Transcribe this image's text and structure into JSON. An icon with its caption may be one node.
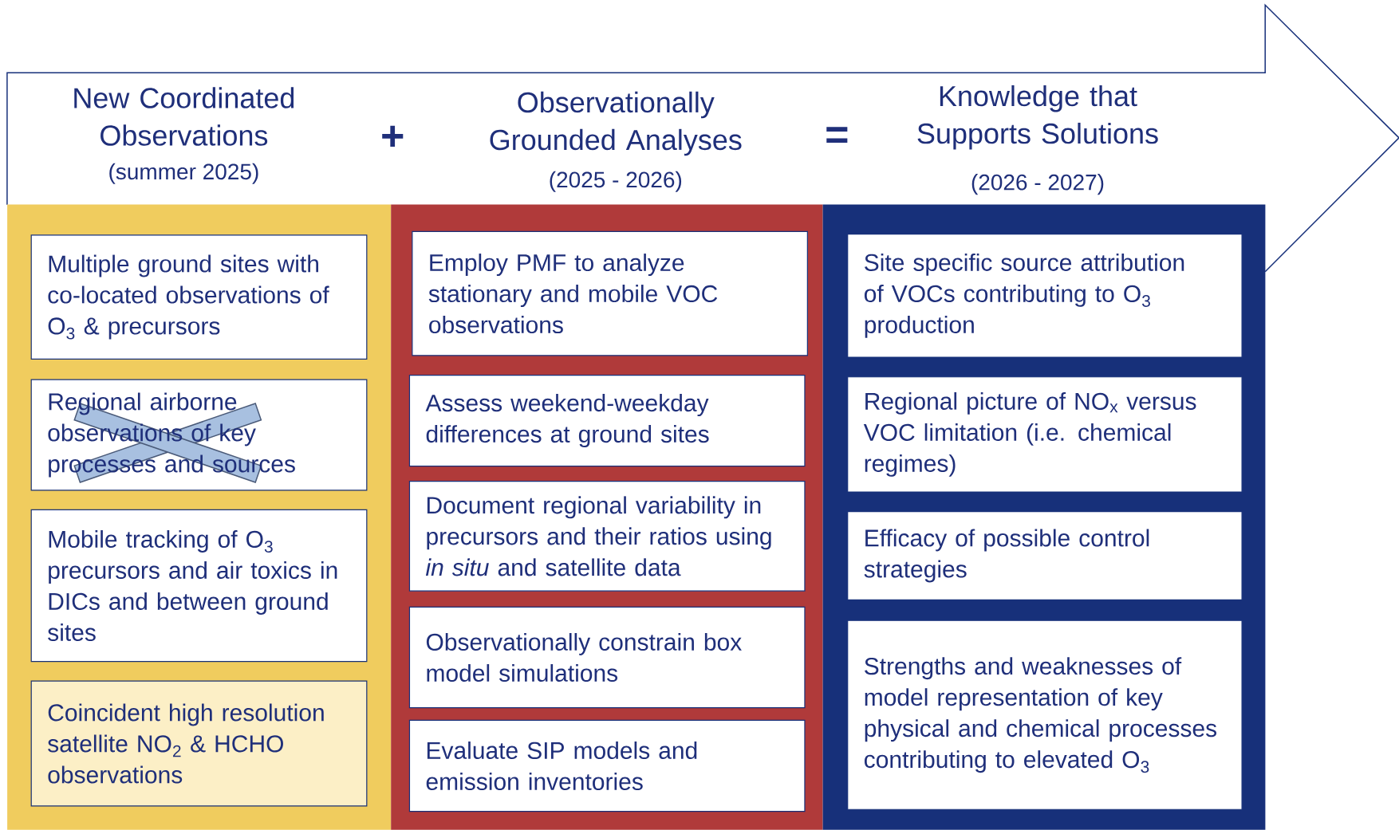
{
  "diagram": {
    "nodes": [
      {
        "text": [
          "New Coordinated Observations",
          "(summer 2025)"
        ]
      },
      {
        "text": [
          "Multiple ground sites with co-located observations of O$_{3}$ & precursors"
        ],
        "in": 0
      },
      {
        "text": [
          "Regional airborne observations of key processes and sources"
        ],
        "in": 0
      },
      {
        "text": [
          "Mobile tracking of O$_{3}$ precursors and air toxics in DICs and between ground sites"
        ],
        "in": 0
      },
      {
        "text": [
          "Coincident high resolution satellite NO$_{2}$ & HCHO observations"
        ],
        "in": 0
      },
      {
        "text": [
          "Observationally Grounded Analyses",
          "(2025 - 2026)"
        ]
      },
      {
        "text": [
          "Employ PMF to analyze stationary and mobile VOC observations"
        ],
        "in": 5
      },
      {
        "text": [
          "Assess weekend-weekday differences at ground sites"
        ],
        "in": 5
      },
      {
        "text": [
          "Document regional variability in precursors and their ratios using *in situ* and satellite data"
        ],
        "in": 5
      },
      {
        "text": [
          "Observationally constrain box model simulations"
        ],
        "in": 5
      },
      {
        "text": [
          "Evaluate SIP models and emission inventories"
        ],
        "in": 5
      },
      {
        "text": [
          "Knowledge that Supports Solutions",
          "(2026 - 2027)"
        ]
      },
      {
        "text": [
          "Site specific source attribution of VOCs contributing to O$_{3}$ production"
        ],
        "in": 11
      },
      {
        "text": [
          "Regional picture of NO$_{x}$ versus VOC limitation (i.e. chemical regimes)"
        ],
        "in": 11
      },
      {
        "text": [
          "Efficacy of possible control strategies"
        ],
        "in": 11
      },
      {
        "text": [
          "Strengths and weaknesses of model representation of key physical and chemical processes contributing to elevated O$_{3}$"
        ],
        "in": 11
      }
    ],
    "edges": [],
    "labels": [
      "+",
      "="
    ]
  }
}
